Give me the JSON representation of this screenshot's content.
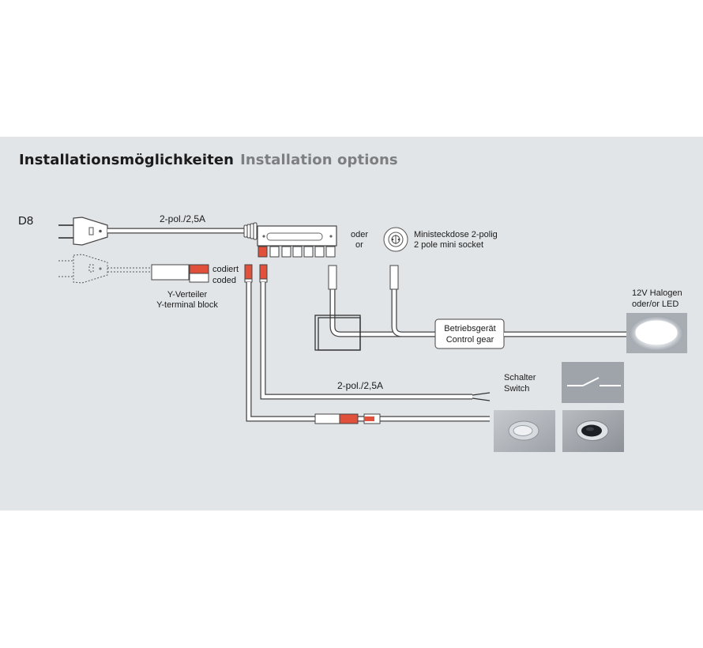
{
  "title": {
    "german": "Installationsmöglichkeiten",
    "english": "Installation options"
  },
  "diagram": {
    "variant_label": "D8",
    "cable_top_label": "2-pol./2,5A",
    "oder_label": "oder",
    "or_label": "or",
    "mini_socket_de": "Ministeckdose 2-polig",
    "mini_socket_en": "2 pole mini socket",
    "coded_de": "codiert",
    "coded_en": "coded",
    "terminal_de": "Y-Verteiler",
    "terminal_en": "Y-terminal block",
    "control_gear_de": "Betriebsgerät",
    "control_gear_en": "Control gear",
    "lamp_de": "12V Halogen",
    "lamp_en": "oder/or LED",
    "switch_de": "Schalter",
    "switch_en": "Switch",
    "cable_bottom_label": "2-pol./2,5A",
    "accent_color": "#e0503a",
    "panel_color": "#e2e5e8"
  }
}
